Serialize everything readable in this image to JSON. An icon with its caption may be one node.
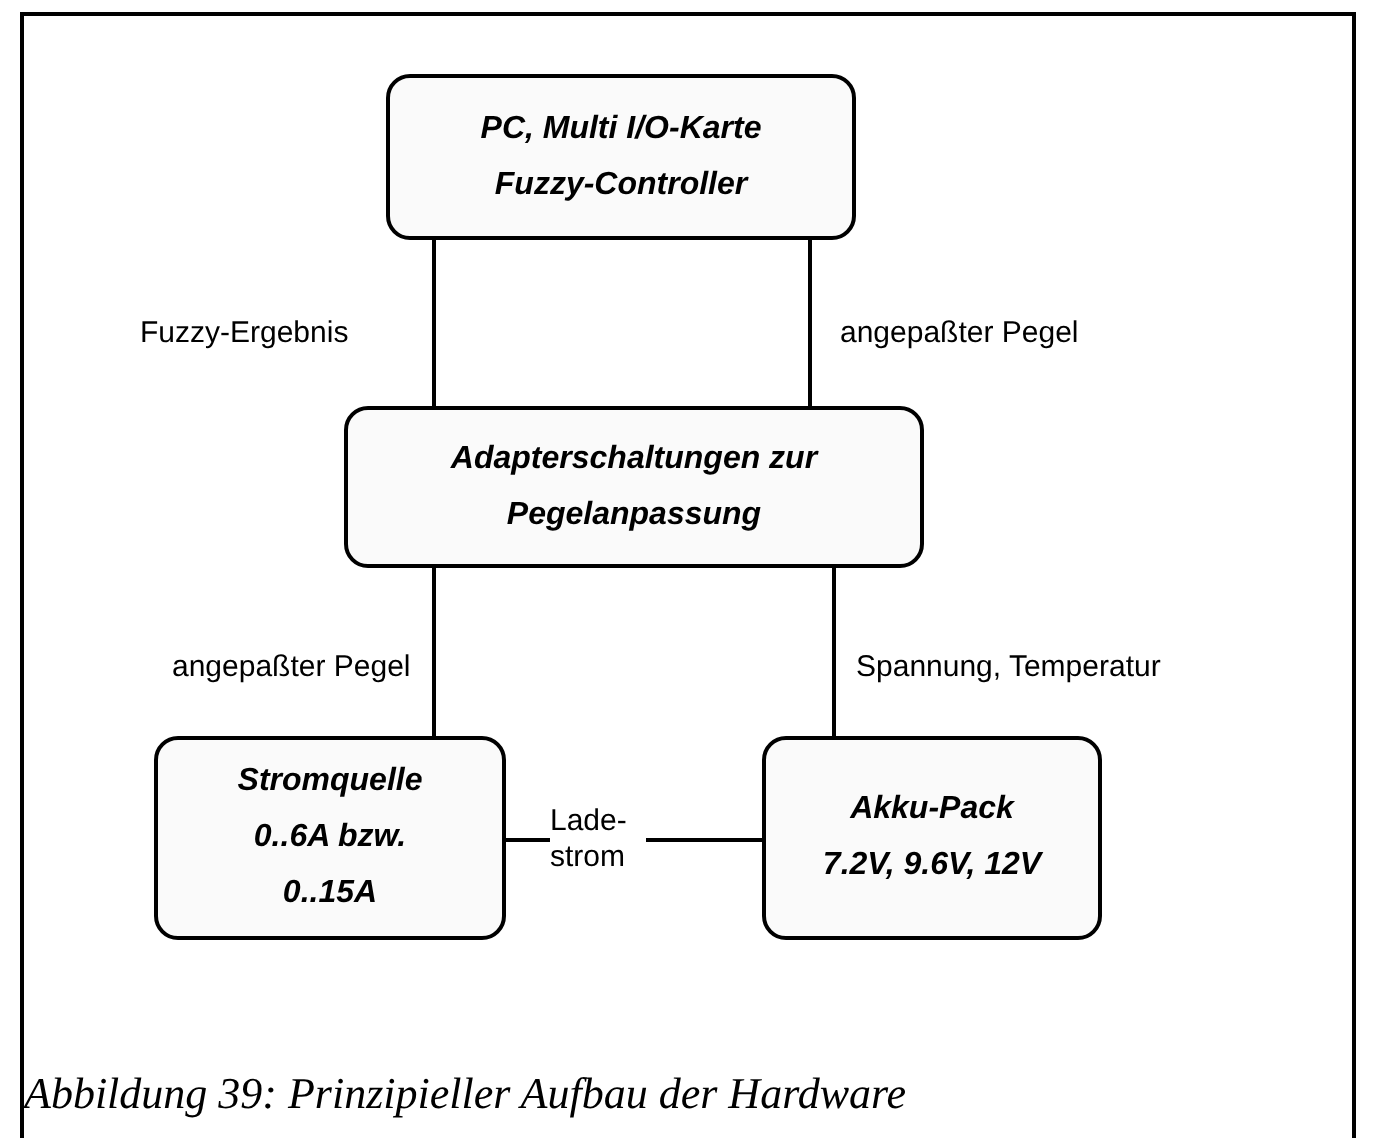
{
  "diagram": {
    "caption": "Abbildung 39: Prinzipieller Aufbau der Hardware",
    "nodes": [
      {
        "text": [
          "PC, Multi I/O-Karte",
          "Fuzzy-Controller"
        ]
      },
      {
        "text": [
          "Adapterschaltungen zur Pegelanpassung"
        ]
      },
      {
        "text": [
          "Stromquelle 0..6A bzw. 0..15A"
        ]
      },
      {
        "text": [
          "Akku-Pack",
          "7.2V, 9.6V, 12V"
        ]
      }
    ],
    "edges": [
      {
        "from": 0,
        "to": 1,
        "arrow": "none",
        "label": "Fuzzy-Ergebnis"
      },
      {
        "from": 0,
        "to": 1,
        "arrow": "none",
        "label": "angepaßter Pegel"
      },
      {
        "from": 1,
        "to": 2,
        "arrow": "none",
        "label": "angepaßter Pegel"
      },
      {
        "from": 1,
        "to": 3,
        "arrow": "none",
        "label": "Spannung, Temperatur"
      },
      {
        "from": 2,
        "to": 3,
        "arrow": "none",
        "label": "Lade- strom"
      }
    ]
  }
}
